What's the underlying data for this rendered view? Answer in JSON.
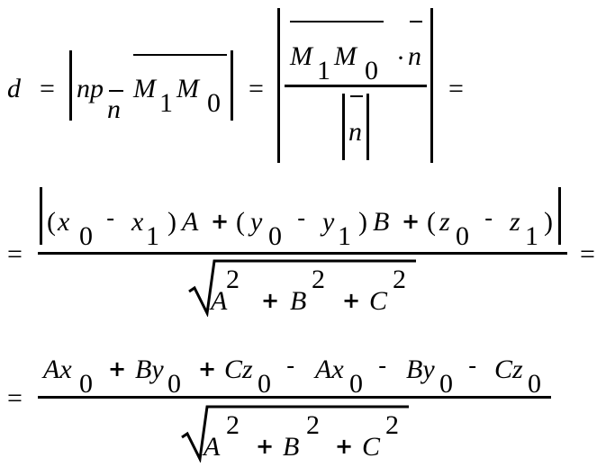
{
  "line1": {
    "d": "d",
    "eq1": "=",
    "np": "np",
    "n_sub": "n",
    "M1": "M",
    "one_a": "1",
    "M0": "M",
    "zero_a": "0",
    "eq2": "=",
    "M1b": "M",
    "one_b": "1",
    "M0b": "M",
    "zero_b": "0",
    "dot": "·",
    "n_top": "n",
    "n_bottom": "n",
    "eq3": "="
  },
  "line2": {
    "eq_left": "=",
    "open1": "(",
    "x0": "x",
    "x0_sub": "0",
    "minus1": "-",
    "x1": "x",
    "x1_sub": "1",
    "close1": ")",
    "A": "A",
    "plus1": "+",
    "open2": "(",
    "y0": "y",
    "y0_sub": "0",
    "minus2": "-",
    "y1": "y",
    "y1_sub": "1",
    "close2": ")",
    "B": "B",
    "plus2": "+",
    "open3": "(",
    "z0": "z",
    "z0_sub": "0",
    "minus3": "-",
    "z1": "z",
    "z1_sub": "1",
    "close3": ")",
    "den_A": "A",
    "den_A_exp": "2",
    "den_plus1": "+",
    "den_B": "B",
    "den_B_exp": "2",
    "den_plus2": "+",
    "den_C": "C",
    "den_C_exp": "2",
    "eq_right": "="
  },
  "line3": {
    "eq_left": "=",
    "Ax0": "Ax",
    "Ax0_sub": "0",
    "p1": "+",
    "By0": "By",
    "By0_sub": "0",
    "p2": "+",
    "Cz0": "Cz",
    "Cz0_sub": "0",
    "m1": "-",
    "Ax0b": "Ax",
    "Ax0b_sub": "0",
    "m2": "-",
    "By0b": "By",
    "By0b_sub": "0",
    "m3": "-",
    "Cz0b": "Cz",
    "Cz0b_sub": "0",
    "den_A": "A",
    "den_A_exp": "2",
    "den_plus1": "+",
    "den_B": "B",
    "den_B_exp": "2",
    "den_plus2": "+",
    "den_C": "C",
    "den_C_exp": "2"
  }
}
